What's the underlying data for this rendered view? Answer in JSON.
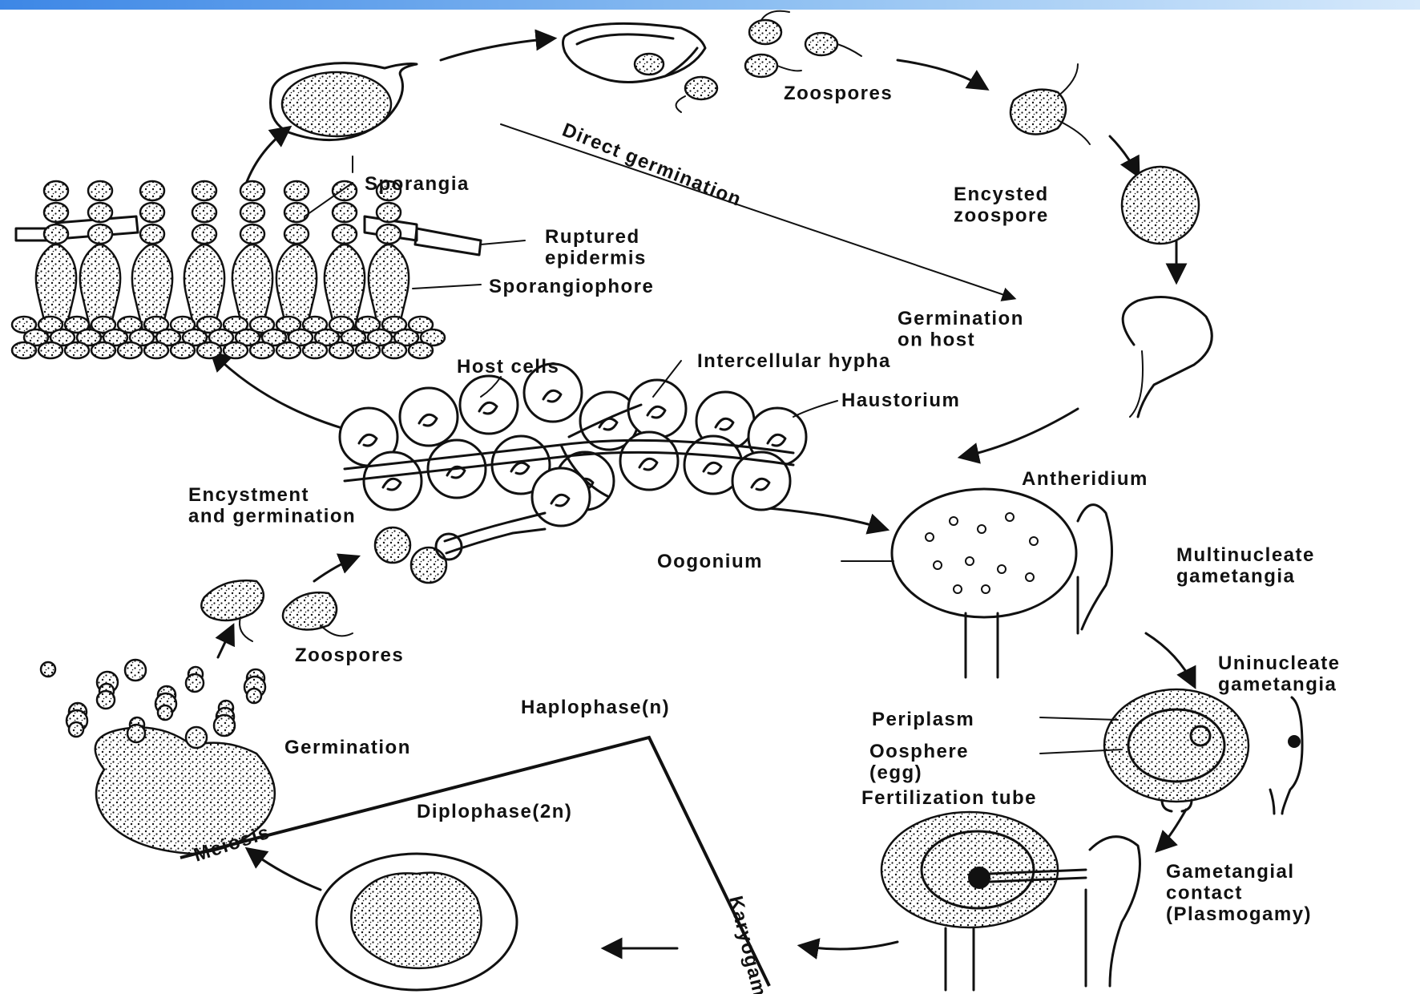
{
  "labels": {
    "zoospores_top": "Zoospores",
    "sporangia": "Sporangia",
    "direct_germination": "Direct germination",
    "encysted_zoospore": "Encysted\nzoospore",
    "ruptured_epidermis": "Ruptured\nepidermis",
    "sporangiophore": "Sporangiophore",
    "germination_on_host": "Germination\non host",
    "host_cells": "Host cells",
    "intercellular_hypha": "Intercellular hypha",
    "haustorium": "Haustorium",
    "antheridium": "Antheridium",
    "encystment_germination": "Encystment\nand germination",
    "oogonium": "Oogonium",
    "multinucleate_gametangia": "Multinucleate\ngametangia",
    "zoospores_bottom": "Zoospores",
    "uninucleate_gametangia": "Uninucleate\ngametangia",
    "haplophase": "Haplophase(n)",
    "periplasm": "Periplasm",
    "oosphere": "Oosphere\n(egg)",
    "germination": "Germination",
    "fertilization_tube": "Fertilization tube",
    "diplophase": "Diplophase(2n)",
    "meiosis": "Meiosis",
    "gametangial_contact": "Gametangial\ncontact\n(Plasmogamy)",
    "karyogamy": "Karyogamy"
  },
  "colors": {
    "ink": "#111111",
    "paper": "#ffffff",
    "header_bar": "#3d87e6"
  }
}
